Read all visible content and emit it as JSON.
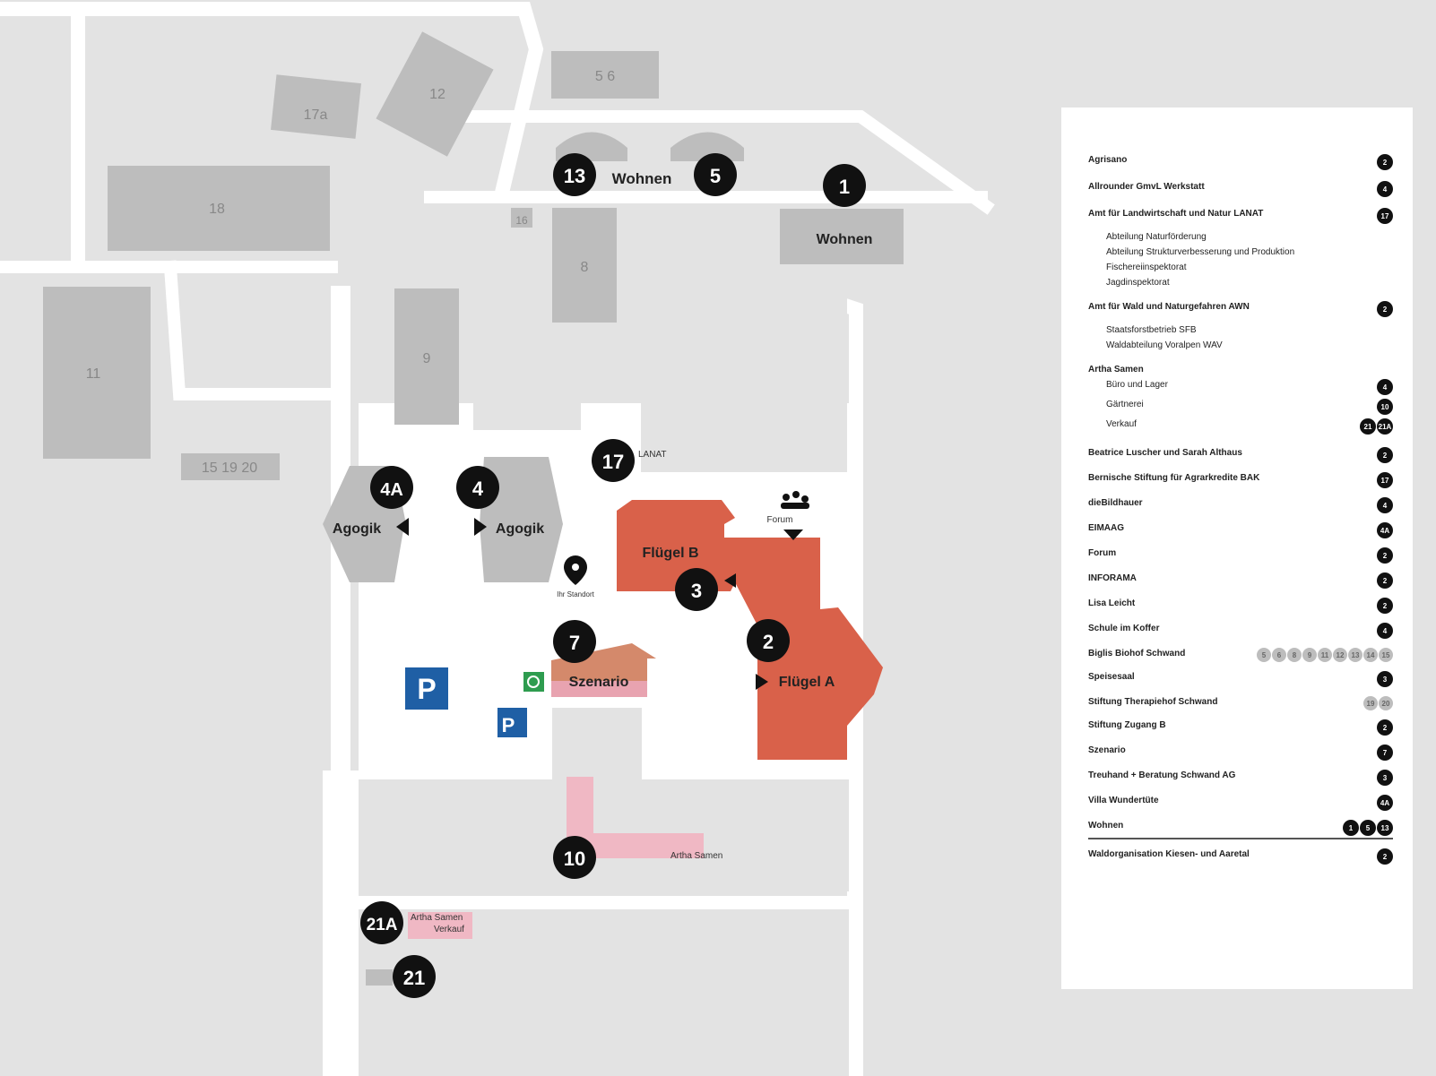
{
  "map": {
    "buildings_grey": {
      "b18": "18",
      "b12": "12",
      "b17a": "17a",
      "b11": "11",
      "b8": "8",
      "b9": "9",
      "b6": "6",
      "b15_19_20": "15 19 20",
      "b12_small": "12",
      "b5_small": "5 6",
      "b16": "16"
    },
    "markers": {
      "m1": "1",
      "m2": "2",
      "m3": "3",
      "m4": "4",
      "m4a": "4A",
      "m5": "5",
      "m7": "7",
      "m10": "10",
      "m13": "13",
      "m17": "17",
      "m21": "21",
      "m21a": "21A"
    },
    "labels": {
      "wohnen_top": "Wohnen",
      "wohnen_right": "Wohnen",
      "agogik_left": "Agogik",
      "agogik_right": "Agogik",
      "lanat": "LANAT",
      "forum": "Forum",
      "fluegel_b": "Flügel B",
      "fluegel_a": "Flügel A",
      "szenario": "Szenario",
      "artha_samen": "Artha Samen",
      "artha_samen_verkauf_1": "Artha Samen",
      "artha_samen_verkauf_2": "Verkauf",
      "standort": "Ihr Standort",
      "parking": "P",
      "parking_disabled": "P"
    },
    "colors": {
      "red": "#d9614a",
      "orange": "#d4896b",
      "pink": "#f0b8c4",
      "grey_building": "#bdbdbd",
      "path": "#ffffff",
      "ground": "#e3e3e3",
      "parking_blue": "#1f5fa5"
    }
  },
  "legend": {
    "rows": [
      {
        "label": "Agrisano",
        "badges": [
          "2"
        ]
      },
      {
        "label": "Allrounder GmvL Werkstatt",
        "badges": [
          "4"
        ]
      },
      {
        "label": "Amt für Landwirtschaft und Natur LANAT",
        "badges": [
          "17"
        ]
      },
      {
        "label": "Abteilung Naturförderung",
        "sub": true,
        "badges": []
      },
      {
        "label": "Abteilung Strukturverbesserung und Produktion",
        "sub": true,
        "badges": []
      },
      {
        "label": "Fischereiinspektorat",
        "sub": true,
        "badges": []
      },
      {
        "label": "Jagdinspektorat",
        "sub": true,
        "badges": []
      },
      {
        "label": "Amt für Wald und Naturgefahren AWN",
        "badges": [
          "2"
        ]
      },
      {
        "label": "Staatsforstbetrieb SFB",
        "sub": true,
        "badges": []
      },
      {
        "label": "Waldabteilung Voralpen WAV",
        "sub": true,
        "badges": []
      },
      {
        "label": "Artha Samen",
        "badges": []
      },
      {
        "label": "Büro und Lager",
        "sub": true,
        "badges": [
          "4"
        ]
      },
      {
        "label": "Gärtnerei",
        "sub": true,
        "badges": [
          "10"
        ]
      },
      {
        "label": "Verkauf",
        "sub": true,
        "badges": [
          "21",
          "21A"
        ]
      },
      {
        "label": "Beatrice Luscher und Sarah Althaus",
        "badges": [
          "2"
        ]
      },
      {
        "label": "Bernische Stiftung für Agrarkredite BAK",
        "badges": [
          "17"
        ]
      },
      {
        "label": "dieBildhauer",
        "badges": [
          "4"
        ]
      },
      {
        "label": "EIMAAG",
        "badges": [
          "4A"
        ]
      },
      {
        "label": "Forum",
        "badges": [
          "2"
        ],
        "icon": "group-icon"
      },
      {
        "label": "INFORAMA",
        "badges": [
          "2"
        ]
      },
      {
        "label": "Lisa Leicht",
        "badges": [
          "2"
        ]
      },
      {
        "label": "Schule im Koffer",
        "badges": [
          "4"
        ]
      },
      {
        "label": "Biglis Biohof Schwand",
        "badges_grey": [
          "5",
          "6",
          "8",
          "9",
          "11",
          "12",
          "13",
          "14",
          "15"
        ]
      },
      {
        "label": "Speisesaal",
        "badges": [
          "3"
        ]
      },
      {
        "label": "Stiftung Therapiehof Schwand",
        "badges_grey": [
          "19",
          "20"
        ]
      },
      {
        "label": "Stiftung Zugang B",
        "badges": [
          "2"
        ]
      },
      {
        "label": "Szenario",
        "badges": [
          "7"
        ]
      },
      {
        "label": "Treuhand + Beratung Schwand AG",
        "badges": [
          "3"
        ]
      },
      {
        "label": "Villa Wundertüte",
        "badges": [
          "4A"
        ]
      },
      {
        "label": "Wohnen",
        "badges": [
          "1",
          "5",
          "13"
        ],
        "separator": true
      },
      {
        "label": "Waldorganisation Kiesen- und Aaretal",
        "badges": [
          "2"
        ]
      }
    ]
  }
}
